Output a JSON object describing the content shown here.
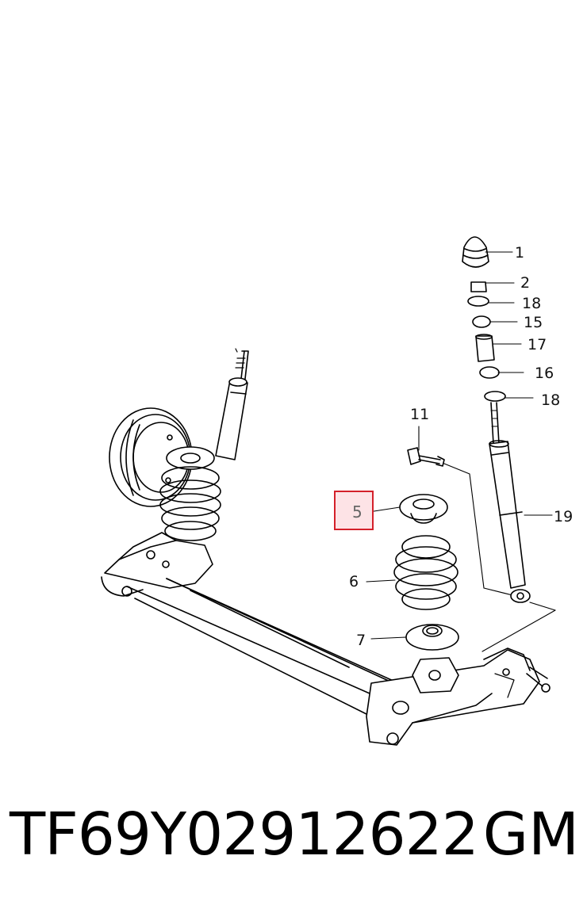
{
  "callouts": {
    "c1": "1",
    "c2": "2",
    "c18a": "18",
    "c15": "15",
    "c17": "17",
    "c16": "16",
    "c18b": "18",
    "c11": "11",
    "c19": "19",
    "c5": "5",
    "c6": "6",
    "c7": "7"
  },
  "highlight": {
    "label": "5",
    "color": "#d4202a"
  },
  "footer": {
    "part_number": "TF69Y02912622",
    "brand": "GM"
  }
}
